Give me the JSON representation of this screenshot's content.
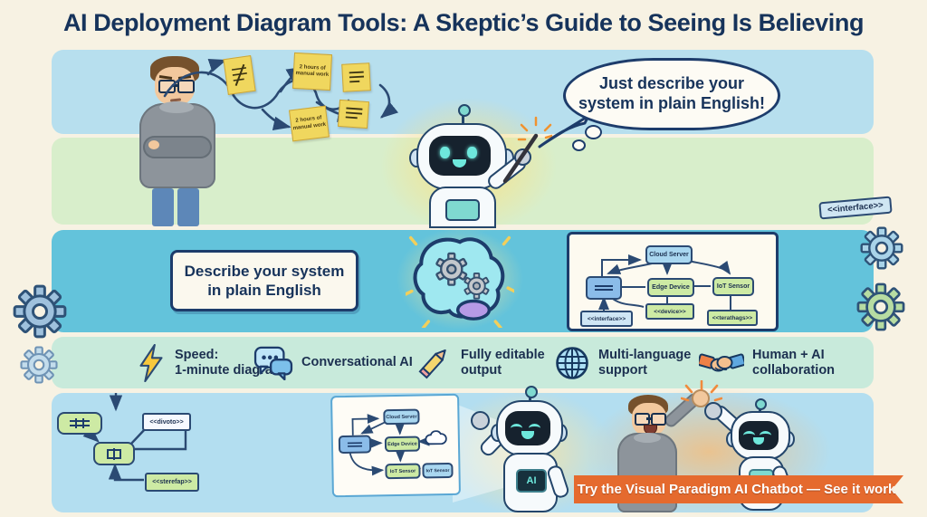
{
  "title": "AI Deployment Diagram Tools: A Skeptic’s Guide to Seeing Is Believing",
  "colors": {
    "background": "#f7f2e3",
    "navy_text": "#16335b",
    "band_blue_light": "#b7dfee",
    "band_green_light": "#d8eecb",
    "band_cyan": "#63c3db",
    "band_mint": "#c8eadb",
    "banner_orange": "#e56a2e",
    "sticky_yellow": "#f0d75e",
    "node_green": "#cdeaa4",
    "node_blue": "#a9d7f0",
    "robot_screen_cyan": "#6ee8dc"
  },
  "scene1": {
    "sticky_note_a": "2 hours of manual work",
    "sticky_note_b": "2 hours of manual work",
    "bubble_line1": "Just describe your",
    "bubble_line2": "system in plain English!",
    "interface_tag": "<<interface>>"
  },
  "scene2": {
    "prompt_line1": "Describe your system",
    "prompt_line2": "in plain English",
    "diagram": {
      "cloud_server": "Cloud Server",
      "edge_device": "Edge Device",
      "iot_sensor": "IoT Sensor",
      "tag_interface": "<<interface>>",
      "tag_device": "<<device>>",
      "tag_right": "<<terathags>>"
    }
  },
  "features": [
    {
      "icon": "lightning-icon",
      "line1": "Speed:",
      "line2": "1-minute diagrams"
    },
    {
      "icon": "chat-icon",
      "line1": "Conversational AI",
      "line2": ""
    },
    {
      "icon": "pencil-icon",
      "line1": "Fully editable",
      "line2": "output"
    },
    {
      "icon": "globe-icon",
      "line1": "Multi-language",
      "line2": "support"
    },
    {
      "icon": "handshake-icon",
      "line1": "Human + AI",
      "line2": "collaboration"
    }
  ],
  "scene3": {
    "left_diagram": {
      "tag_top": "<<divoto>>",
      "tag_bottom": "<<sterefap>>"
    },
    "panel": {
      "cloud_server": "Cloud Server",
      "edge_device": "Edge Device",
      "iot_sensor_green": "IoT Sensor",
      "iot_sensor_blue": "IoT Sensor"
    },
    "robot_chest_label": "AI",
    "banner_text": "Try the Visual Paradigm AI Chatbot — See it work!"
  }
}
